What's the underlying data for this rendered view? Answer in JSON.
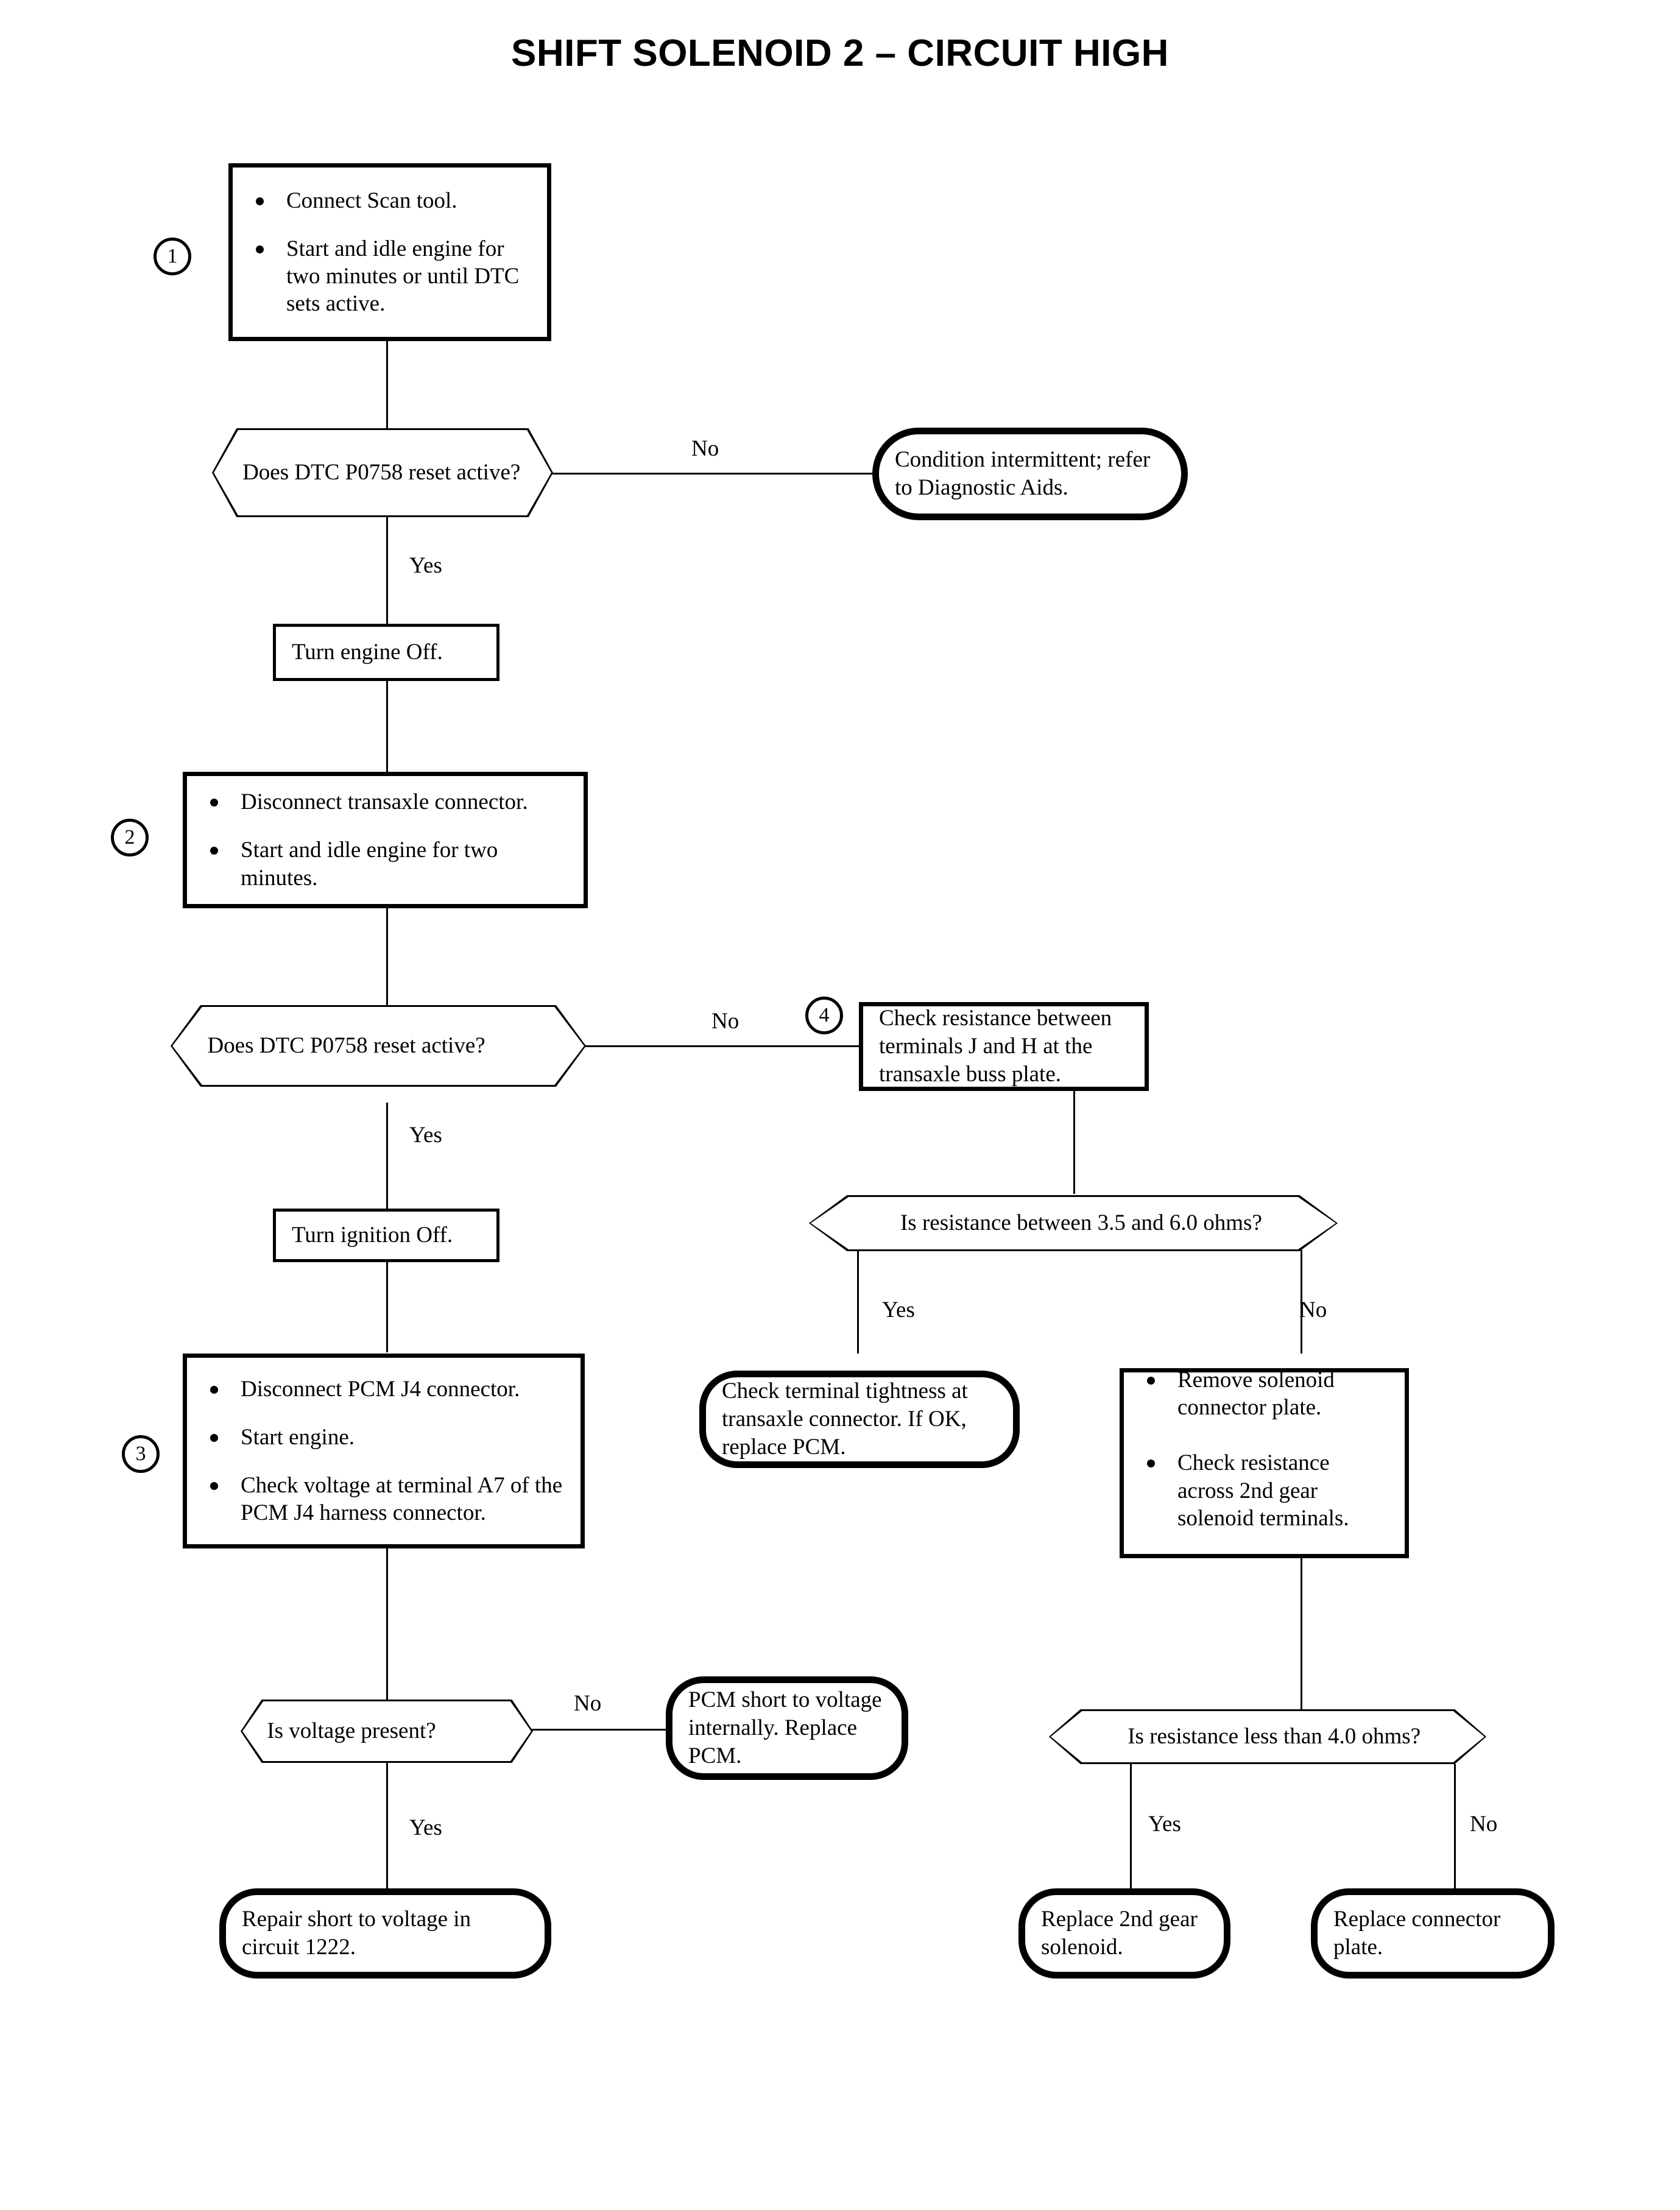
{
  "title": "SHIFT SOLENOID 2 – CIRCUIT HIGH",
  "steps": {
    "one": "1",
    "two": "2",
    "three": "3",
    "four": "4"
  },
  "nodes": {
    "step1": {
      "bullets": [
        "Connect Scan tool.",
        "Start and idle engine for two minutes or until DTC sets active."
      ]
    },
    "decision1": {
      "text": "Does DTC P0758 reset active?"
    },
    "intermittent": {
      "text": "Condition intermittent; refer to Diagnostic Aids."
    },
    "turn_engine_off": {
      "text": "Turn engine Off."
    },
    "step2": {
      "bullets": [
        "Disconnect transaxle connector.",
        "Start and idle engine for two minutes."
      ]
    },
    "decision2": {
      "text": "Does DTC P0758 reset active?"
    },
    "step4": {
      "text": "Check resistance between terminals J and H at the transaxle buss plate."
    },
    "turn_ignition_off": {
      "text": "Turn ignition Off."
    },
    "decision_resistance_range": {
      "text": "Is resistance between 3.5 and 6.0 ohms?"
    },
    "check_terminal_tightness": {
      "text": "Check terminal tightness at transaxle connector. If OK, replace PCM."
    },
    "remove_solenoid": {
      "bullets": [
        "Remove solenoid connector plate.",
        "Check resistance across 2nd gear solenoid terminals."
      ]
    },
    "step3": {
      "bullets": [
        "Disconnect PCM J4 connector.",
        "Start engine.",
        "Check voltage at terminal A7 of the PCM J4 harness connector."
      ]
    },
    "decision_voltage": {
      "text": "Is voltage present?"
    },
    "pcm_short": {
      "text": "PCM short to voltage internally. Replace PCM."
    },
    "decision_resistance_low": {
      "text": "Is resistance less than 4.0 ohms?"
    },
    "repair_short": {
      "text": "Repair short to voltage in circuit 1222."
    },
    "replace_solenoid": {
      "text": "Replace 2nd gear solenoid."
    },
    "replace_plate": {
      "text": "Replace connector plate."
    }
  },
  "edge_labels": {
    "d1_no": "No",
    "d1_yes": "Yes",
    "d2_no": "No",
    "d2_yes": "Yes",
    "dres_yes": "Yes",
    "dres_no": "No",
    "dvolt_no": "No",
    "dvolt_yes": "Yes",
    "dlow_yes": "Yes",
    "dlow_no": "No"
  },
  "colors": {
    "ink": "#000000",
    "paper": "#ffffff"
  }
}
